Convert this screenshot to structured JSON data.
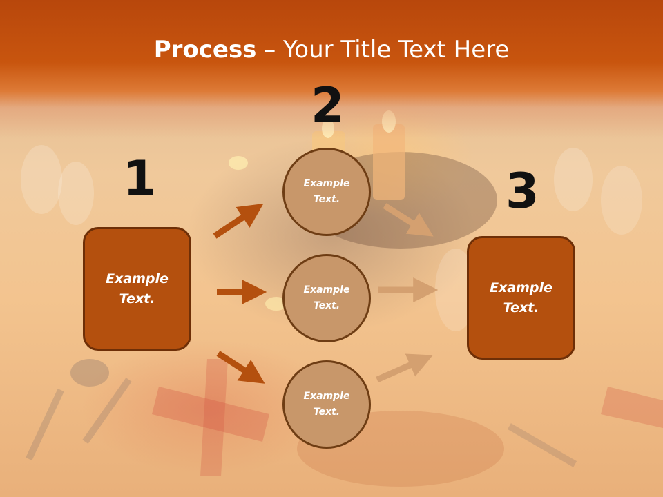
{
  "title": {
    "bold": "Process",
    "rest": " – Your Title Text Here"
  },
  "step_numbers": [
    "1",
    "2",
    "3"
  ],
  "left_box": {
    "line1": "Example",
    "line2": "Text."
  },
  "right_box": {
    "line1": "Example",
    "line2": "Text."
  },
  "circles": [
    {
      "line1": "Example",
      "line2": "Text."
    },
    {
      "line1": "Example",
      "line2": "Text."
    },
    {
      "line1": "Example",
      "line2": "Text."
    }
  ],
  "colors": {
    "title_band": "#c8550e",
    "box_fill": "#b4500e",
    "box_border": "#6e2f07",
    "circle_fill": "#c8976a",
    "circle_border": "#6e3d14",
    "arrow_dark": "#b4500e",
    "arrow_light": "#d4a070"
  }
}
